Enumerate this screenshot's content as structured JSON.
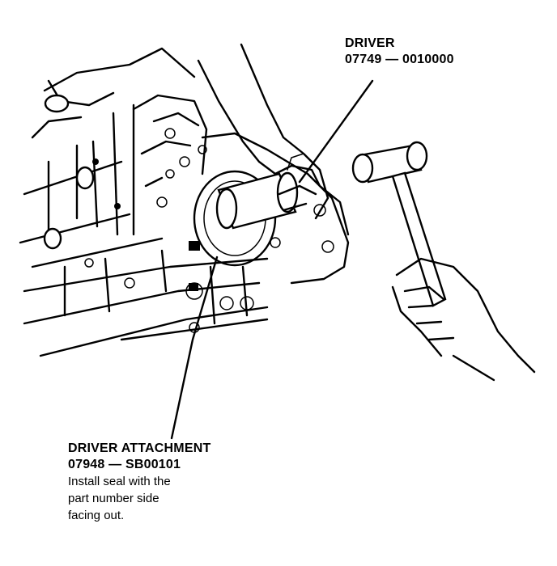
{
  "callouts": {
    "driver": {
      "name": "DRIVER",
      "part_number": "07749 — 0010000"
    },
    "driver_attachment": {
      "name": "DRIVER ATTACHMENT",
      "part_number": "07948 — SB00101",
      "note_lines": [
        "Install seal with the",
        "part number side",
        "facing out."
      ]
    }
  },
  "icons": [
    "engine-block-drawing",
    "driver-tool-icon",
    "hammer-icon",
    "hand-icon"
  ],
  "colors": {
    "ink": "#000000",
    "paper": "#ffffff"
  }
}
